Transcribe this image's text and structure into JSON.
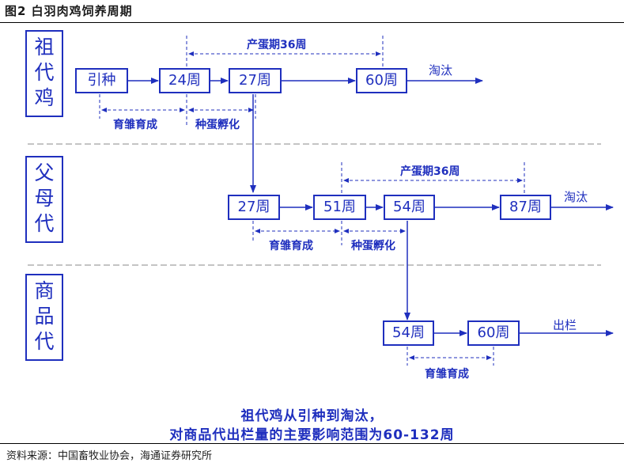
{
  "figure": {
    "title": "图2  白羽肉鸡饲养周期",
    "source": "资料来源：中国畜牧业协会，海通证券研究所"
  },
  "colors": {
    "accent": "#1f2fbe",
    "rule": "#000000",
    "separator": "#b0b0b0"
  },
  "generations": [
    {
      "label": [
        "祖",
        "代",
        "鸡"
      ]
    },
    {
      "label": [
        "父",
        "母",
        "代"
      ]
    },
    {
      "label": [
        "商",
        "品",
        "代"
      ]
    }
  ],
  "grandparent": {
    "nodes": [
      "引种",
      "24周",
      "27周",
      "60周"
    ],
    "tail": "淘汰",
    "spans": {
      "laying": "产蛋期36周",
      "rearing": "育雏育成",
      "hatching": "种蛋孵化"
    }
  },
  "parent": {
    "nodes": [
      "27周",
      "51周",
      "54周",
      "87周"
    ],
    "tail": "淘汰",
    "spans": {
      "laying": "产蛋期36周",
      "rearing": "育雏育成",
      "hatching": "种蛋孵化"
    }
  },
  "commercial": {
    "nodes": [
      "54周",
      "60周"
    ],
    "tail": "出栏",
    "spans": {
      "rearing": "育雏育成"
    }
  },
  "conclusion": {
    "line1": "祖代鸡从引种到淘汰，",
    "line2": "对商品代出栏量的主要影响范围为60-132周"
  }
}
